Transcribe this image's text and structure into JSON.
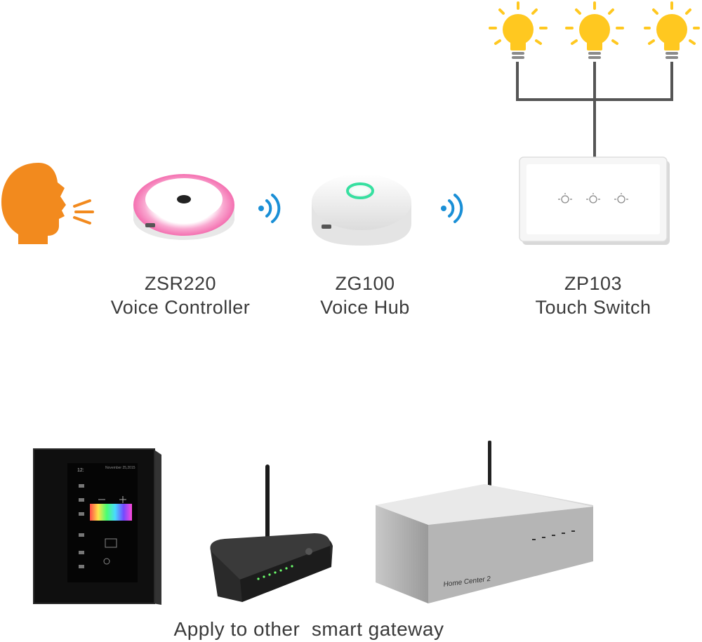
{
  "devices": {
    "zsr220": {
      "model": "ZSR220",
      "name": "Voice Controller"
    },
    "zg100": {
      "model": "ZG100",
      "name": "Voice Hub"
    },
    "zp103": {
      "model": "ZP103",
      "name": "Touch Switch"
    }
  },
  "gateways": {
    "caption": "Apply to other  smart gateway",
    "panel_time": "12:",
    "panel_date": "November 25,2015",
    "router_brand": "Home Center 2"
  },
  "icons": {
    "speaker": "speaking-head-icon",
    "signal": "wireless-signal-icon",
    "bulb": "light-bulb-icon"
  },
  "colors": {
    "head": "#f28a1e",
    "signal": "#1a8fd6",
    "bulb": "#ffc820",
    "ring_pink": "#f46fb0",
    "ring_green": "#36e0a0",
    "wire": "#555555"
  }
}
